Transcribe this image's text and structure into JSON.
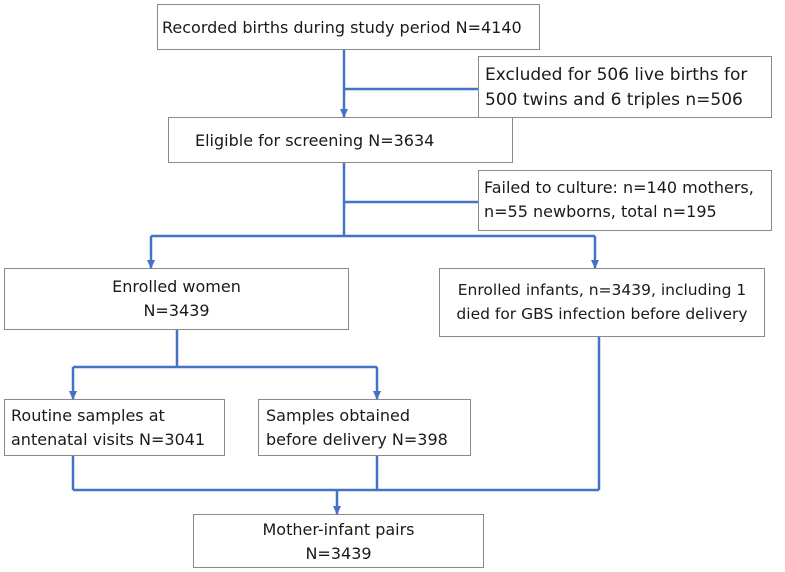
{
  "diagram": {
    "recorded_births": {
      "line1": "Recorded births during study period N=4140"
    },
    "excluded_twins": {
      "line1": "Excluded for 506 live births for",
      "line2": "500 twins and 6 triples n=506"
    },
    "eligible_screening": {
      "line1": "Eligible for screening N=3634"
    },
    "failed_culture": {
      "line1": "Failed to culture: n=140 mothers,",
      "line2": "n=55 newborns, total n=195"
    },
    "enrolled_women": {
      "line1": "Enrolled women",
      "line2": "N=3439"
    },
    "enrolled_infants": {
      "line1": "Enrolled infants, n=3439, including 1",
      "line2": "died for GBS infection before delivery"
    },
    "routine_samples": {
      "line1": "Routine samples at",
      "line2": "antenatal visits N=3041"
    },
    "samples_before_delivery": {
      "line1": "Samples obtained",
      "line2": "before delivery N=398"
    },
    "mother_infant_pairs": {
      "line1": "Mother-infant pairs",
      "line2": "N=3439"
    },
    "colors": {
      "line": "#4472c4",
      "border": "#8a8a8a"
    }
  }
}
